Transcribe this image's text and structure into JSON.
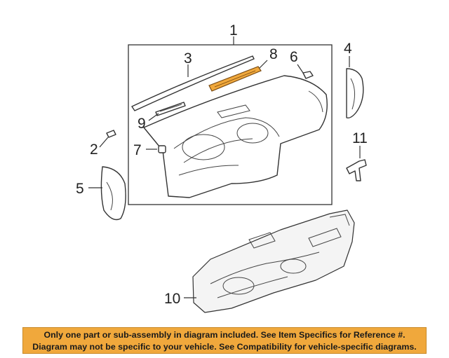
{
  "diagram": {
    "colors": {
      "highlight": "#f0a83c",
      "line": "#333333",
      "banner": "#f0a83c"
    },
    "callouts": {
      "c1": "1",
      "c2": "2",
      "c3": "3",
      "c4": "4",
      "c5": "5",
      "c6": "6",
      "c7": "7",
      "c8": "8",
      "c9": "9",
      "c10": "10",
      "c11": "11"
    },
    "highlighted_part": "8"
  },
  "banner": {
    "line1": "Only one part or sub-assembly in diagram included. See Item Specifics for Reference #.",
    "line2": "Diagram may not be specific to your vehicle. See Compatibility for vehicle-specific diagrams."
  }
}
